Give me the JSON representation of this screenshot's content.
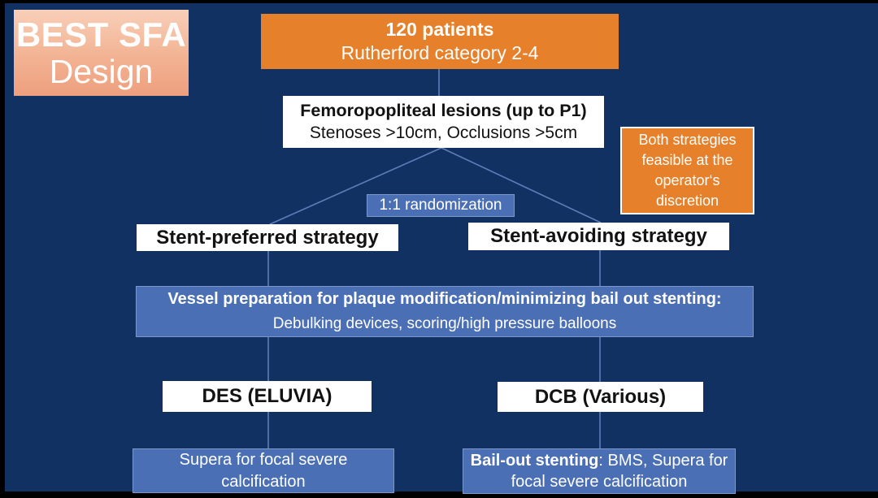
{
  "slide": {
    "background": "#113162",
    "frame_color": "#000000",
    "accent_orange": "#E6802B",
    "accent_blue": "#4B6FB5",
    "connector_color": "#5D7DB8"
  },
  "badge": {
    "line1": "BEST SFA",
    "line2": "Design"
  },
  "flow": {
    "patients": {
      "line1": "120 patients",
      "line2": "Rutherford category 2-4"
    },
    "lesions": {
      "line1": "Femoropopliteal lesions (up to P1)",
      "line2": "Stenoses >10cm, Occlusions >5cm"
    },
    "side_note": {
      "text": "Both strategies feasible at the operator‘s discretion"
    },
    "randomization": {
      "label": "1:1 randomization"
    },
    "strategy_left": {
      "label": "Stent-preferred strategy"
    },
    "strategy_right": {
      "label": "Stent-avoiding strategy"
    },
    "vessel_prep": {
      "line1": "Vessel preparation for plaque modification/minimizing bail out stenting:",
      "line2": "Debulking devices, scoring/high pressure balloons"
    },
    "device_left": {
      "label": "DES (ELUVIA)"
    },
    "device_right": {
      "label": "DCB (Various)"
    },
    "bailout_left": {
      "text": "Supera for focal severe calcification"
    },
    "bailout_right": {
      "bold": "Bail-out stenting",
      "text": ": BMS, Supera for focal severe calcification"
    }
  }
}
